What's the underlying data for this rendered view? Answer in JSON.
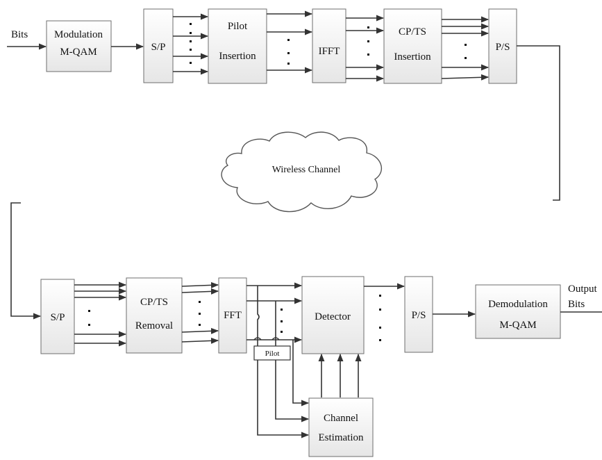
{
  "tx": {
    "input_label": "Bits",
    "modulation": [
      "Modulation",
      "M-QAM"
    ],
    "sp": "S/P",
    "pilot_insertion": [
      "Pilot",
      "Insertion"
    ],
    "ifft": "IFFT",
    "cpts_insertion": [
      "CP/TS",
      "Insertion"
    ],
    "ps": "P/S"
  },
  "channel": {
    "label": "Wireless Channel"
  },
  "rx": {
    "sp": "S/P",
    "cpts_removal": [
      "CP/TS",
      "Removal"
    ],
    "fft": "FFT",
    "pilot": "Pilot",
    "detector": "Detector",
    "ps": "P/S",
    "demodulation": [
      "Demodulation",
      "M-QAM"
    ],
    "output_label": [
      "Output",
      "Bits"
    ],
    "channel_estimation": [
      "Channel",
      "Estimation"
    ]
  },
  "colors": {
    "block_top": "#ffffff",
    "block_bottom": "#e8e8e8",
    "line": "#333333"
  }
}
